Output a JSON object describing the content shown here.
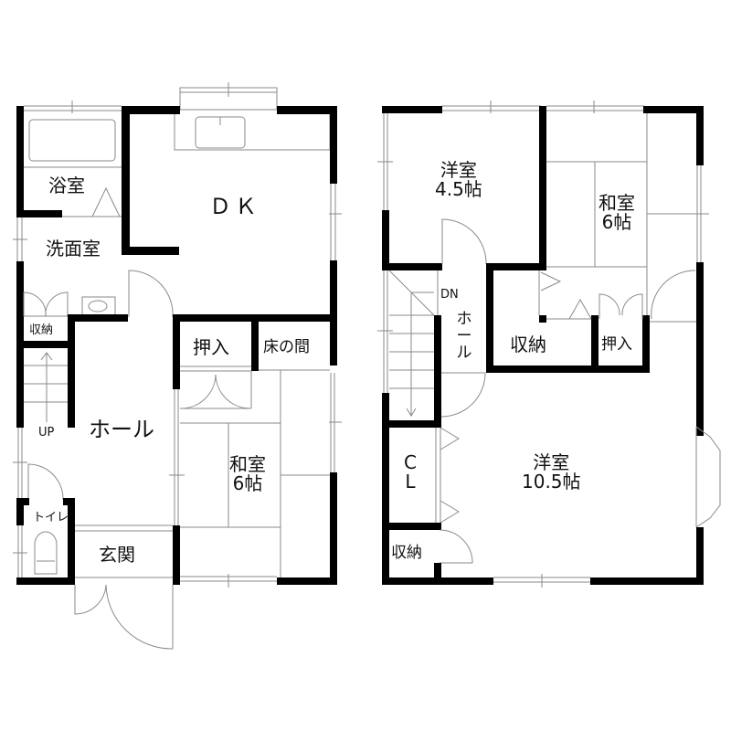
{
  "floor_plan": {
    "floor1": {
      "rooms": {
        "bath": "浴室",
        "washroom": "洗面室",
        "dk": "ＤＫ",
        "storage_small": "収納",
        "hall": "ホール",
        "stairs_up": "UP",
        "toilet": "トイレ",
        "entrance": "玄関",
        "oshiire": "押入",
        "tokonoma": "床の間",
        "washitsu_name": "和室",
        "washitsu_size": "6帖"
      }
    },
    "floor2": {
      "rooms": {
        "youshitsu_a_name": "洋室",
        "youshitsu_a_size": "4.5帖",
        "washitsu_name": "和室",
        "washitsu_size": "6帖",
        "stairs_down": "DN",
        "hall": "ホール",
        "storage": "収納",
        "oshiire": "押入",
        "closet_c": "C",
        "closet_l": "L",
        "storage_small": "収納",
        "youshitsu_b_name": "洋室",
        "youshitsu_b_size": "10.5帖"
      }
    },
    "colors": {
      "wall": "#000000",
      "line": "#8a8a8a",
      "background": "#ffffff"
    }
  }
}
